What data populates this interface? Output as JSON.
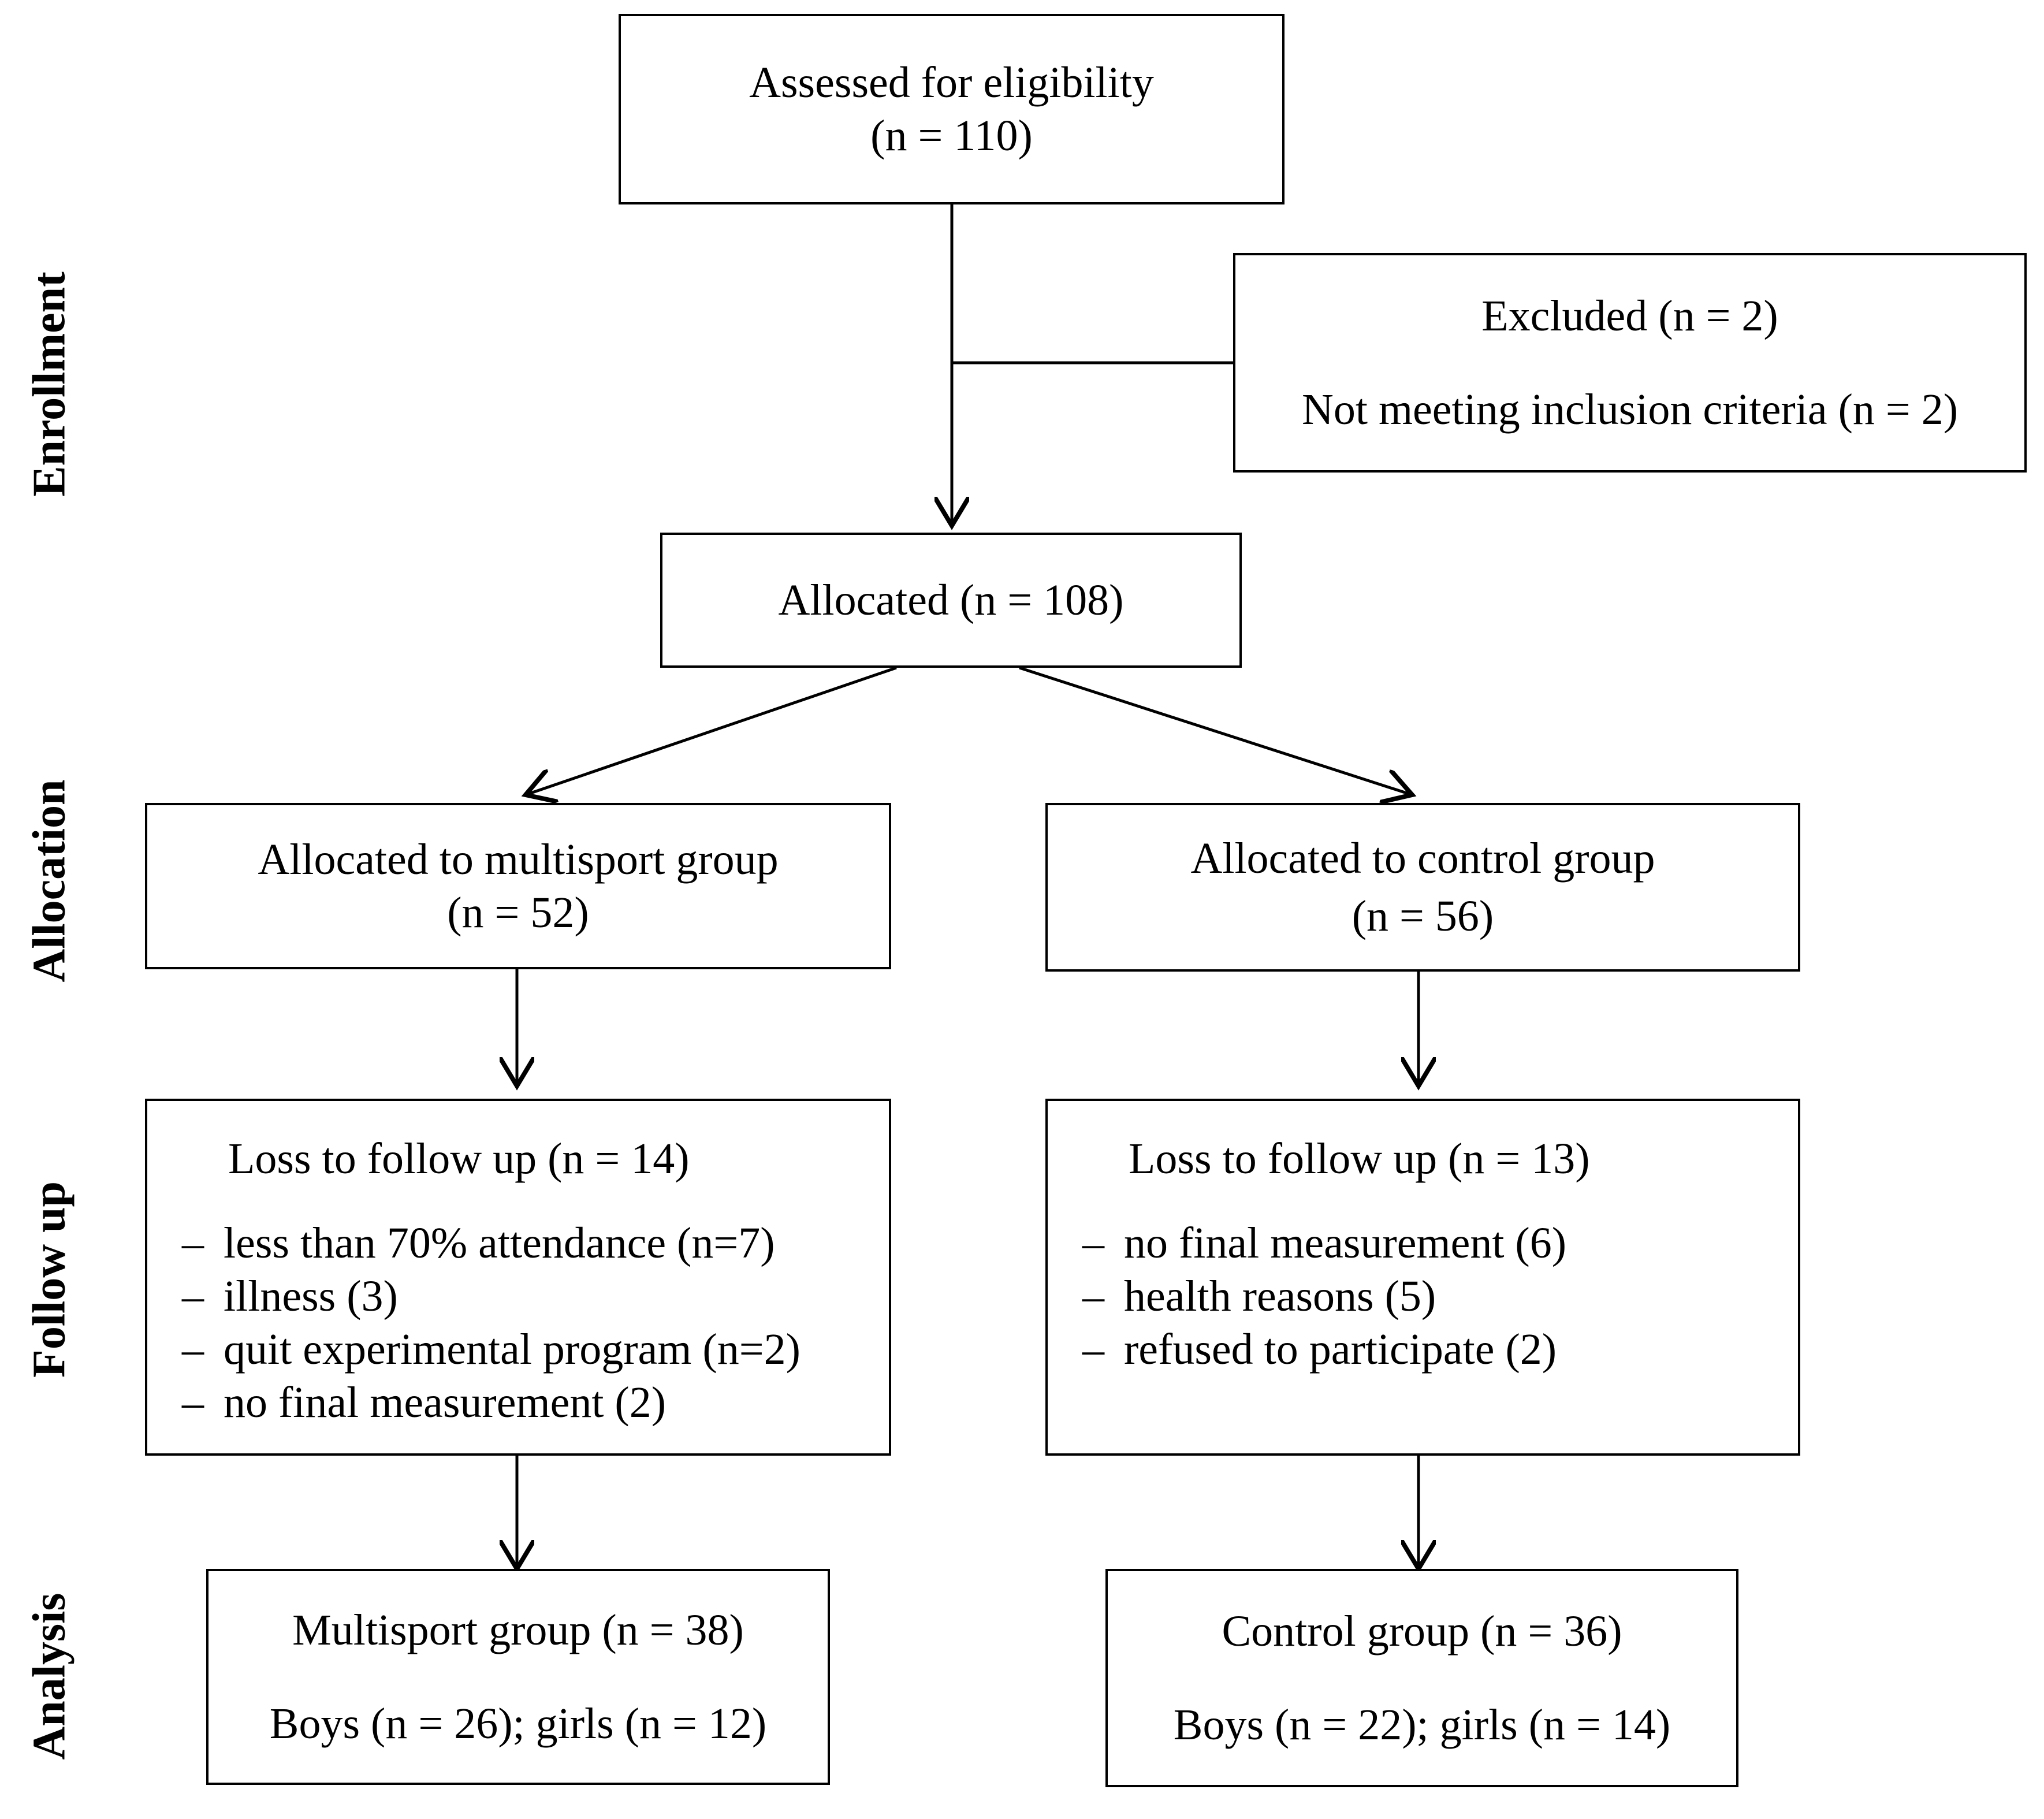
{
  "stages": {
    "enrollment": "Enrollment",
    "allocation": "Allocation",
    "follow_up": "Follow up",
    "analysis": "Analysis"
  },
  "assessed": {
    "line1": "Assessed for eligibility",
    "line2": "(n = 110)"
  },
  "excluded": {
    "title": "Excluded (n = 2)",
    "reason": "Not meeting inclusion criteria (n = 2)"
  },
  "allocated": {
    "label": "Allocated (n = 108)"
  },
  "multisport_alloc": {
    "line1": "Allocated to multisport group",
    "line2": "(n = 52)"
  },
  "control_alloc": {
    "line1": "Allocated to control group",
    "line2": "(n = 56)"
  },
  "multisport_loss": {
    "title": "Loss to follow up (n = 14)",
    "items": [
      "less than 70% attendance (n=7)",
      "illness (3)",
      "quit experimental program (n=2)",
      "no final measurement (2)"
    ]
  },
  "control_loss": {
    "title": "Loss to follow up (n = 13)",
    "items": [
      "no final measurement (6)",
      "health reasons (5)",
      "refused to participate (2)"
    ]
  },
  "multisport_analysis": {
    "line1": "Multisport group (n = 38)",
    "line2": "Boys (n = 26); girls (n = 12)"
  },
  "control_analysis": {
    "line1": "Control group (n = 36)",
    "line2": "Boys (n = 22); girls (n = 14)"
  }
}
